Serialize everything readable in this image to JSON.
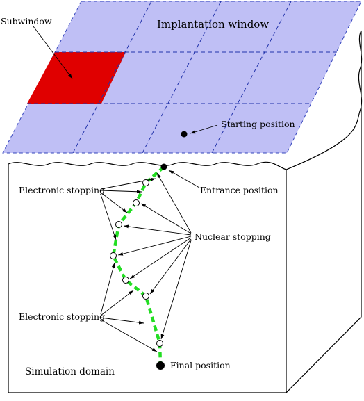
{
  "labels": {
    "subwindow": "Subwindow",
    "implantation_window": "Implantation window",
    "starting_position": "Starting position",
    "entrance_position": "Entrance position",
    "electronic_stopping_top": "Electronic stopping",
    "nuclear_stopping": "Nuclear stopping",
    "electronic_stopping_bottom": "Electronic stopping",
    "simulation_domain": "Simulation domain",
    "final_position": "Final position"
  },
  "colors": {
    "window_fill": "#bfbff5",
    "grid_line": "#2233aa",
    "subwindow_fill": "#e00000",
    "path": "#22dd22",
    "outline": "#000000",
    "background": "#ffffff"
  }
}
